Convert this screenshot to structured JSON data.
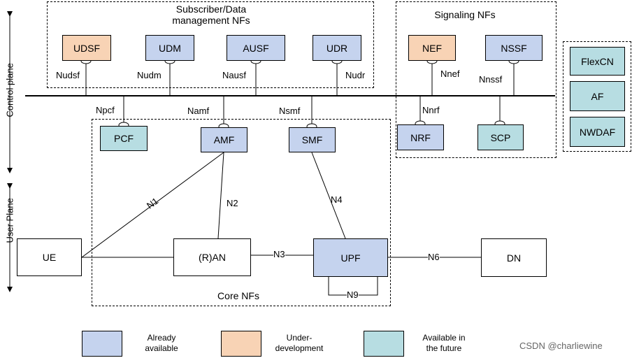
{
  "colors": {
    "already_available": "#c5d3ee",
    "under_development": "#f8d3b5",
    "available_future": "#b7dde2"
  },
  "planes": {
    "control": "Control plane",
    "user": "User Plane"
  },
  "groups": {
    "subscriber": "Subscriber/Data\nmanagement NFs",
    "signaling": "Signaling NFs",
    "core": "Core NFs"
  },
  "nodes": {
    "udsf": "UDSF",
    "udm": "UDM",
    "ausf": "AUSF",
    "udr": "UDR",
    "nef": "NEF",
    "nssf": "NSSF",
    "flexcn": "FlexCN",
    "af": "AF",
    "nwdaf": "NWDAF",
    "pcf": "PCF",
    "amf": "AMF",
    "smf": "SMF",
    "nrf": "NRF",
    "scp": "SCP",
    "ue": "UE",
    "ran": "(R)AN",
    "upf": "UPF",
    "dn": "DN"
  },
  "interfaces": {
    "nudsf": "Nudsf",
    "nudm": "Nudm",
    "nausf": "Nausf",
    "nudr": "Nudr",
    "nnef": "Nnef",
    "nnssf": "Nnssf",
    "npcf": "Npcf",
    "namf": "Namf",
    "nsmf": "Nsmf",
    "nnrf": "Nnrf",
    "n1": "N1",
    "n2": "N2",
    "n3": "N3",
    "n4": "N4",
    "n6": "N6",
    "n9": "N9"
  },
  "legend": {
    "already": "Already\navailable",
    "under": "Under-\ndevelopment",
    "future": "Available in\nthe future"
  },
  "watermark": "CSDN @charliewine"
}
